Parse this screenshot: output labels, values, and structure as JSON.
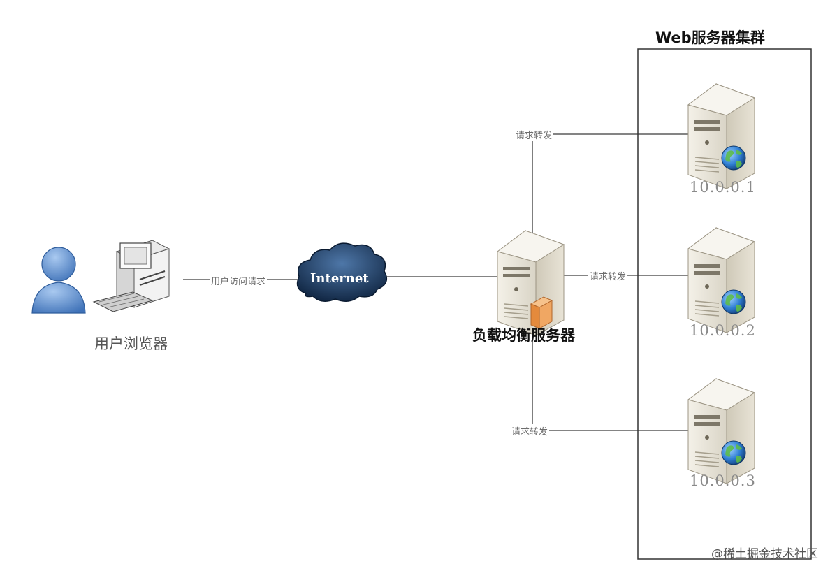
{
  "cluster": {
    "title": "Web服务器集群"
  },
  "browser": {
    "label": "用户浏览器"
  },
  "links": {
    "user_request": "用户访问请求",
    "forward": "请求转发"
  },
  "cloud": {
    "label": "Internet"
  },
  "load_balancer": {
    "label": "负载均衡服务器"
  },
  "servers": [
    {
      "ip": "10.0.0.1"
    },
    {
      "ip": "10.0.0.2"
    },
    {
      "ip": "10.0.0.3"
    }
  ],
  "watermark": "@稀土掘金技术社区",
  "icons": [
    "user-icon",
    "desktop-computer-icon",
    "cloud-icon",
    "server-icon",
    "globe-icon"
  ],
  "colors": {
    "line": "#3a3a3a",
    "cloud": "#1e3a5f",
    "user": "#5b8fd0",
    "globe": "#2f7fd4"
  }
}
